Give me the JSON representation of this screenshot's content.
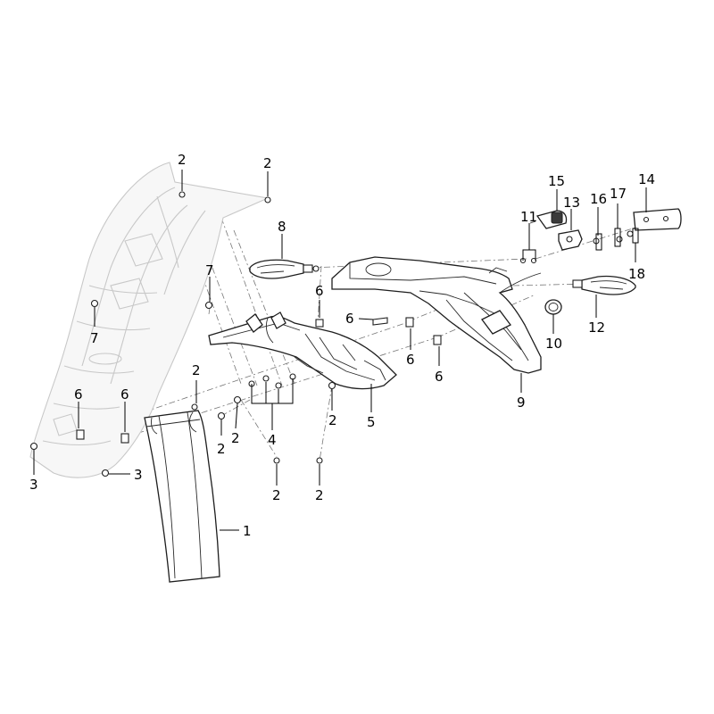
{
  "diagram": {
    "type": "exploded-parts-view",
    "callouts": [
      "1",
      "2",
      "2",
      "2",
      "2",
      "2",
      "2",
      "2",
      "2",
      "2",
      "2",
      "3",
      "3",
      "4",
      "5",
      "6",
      "6",
      "6",
      "6",
      "6",
      "6",
      "7",
      "7",
      "8",
      "9",
      "10",
      "11",
      "12",
      "13",
      "14",
      "15",
      "16",
      "17",
      "18"
    ]
  }
}
